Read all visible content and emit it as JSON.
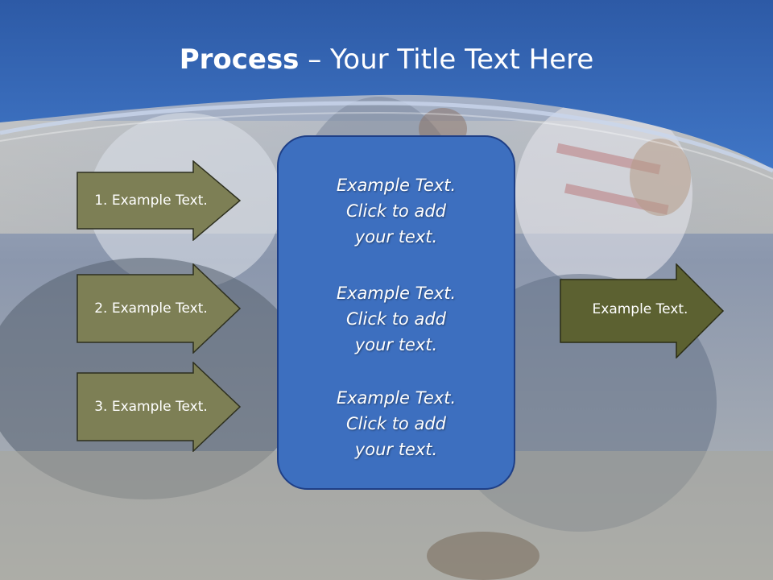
{
  "title": {
    "bold": "Process",
    "rest": " – Your Title Text Here"
  },
  "left_arrows": [
    {
      "label": "1. Example Text."
    },
    {
      "label": "2. Example Text."
    },
    {
      "label": "3. Example Text."
    }
  ],
  "center_panel": {
    "items": [
      {
        "text": "Example Text.\nClick  to add\nyour text."
      },
      {
        "text": "Example Text.\nClick  to add\nyour text."
      },
      {
        "text": "Example Text.\nClick  to add\nyour text."
      }
    ]
  },
  "right_arrow": {
    "label": "Example Text."
  },
  "colors": {
    "header_blue": "#3a6aba",
    "panel_blue": "#3d6fbf",
    "left_arrow_fill": "#7d7f55",
    "right_arrow_fill": "#5c6131"
  }
}
